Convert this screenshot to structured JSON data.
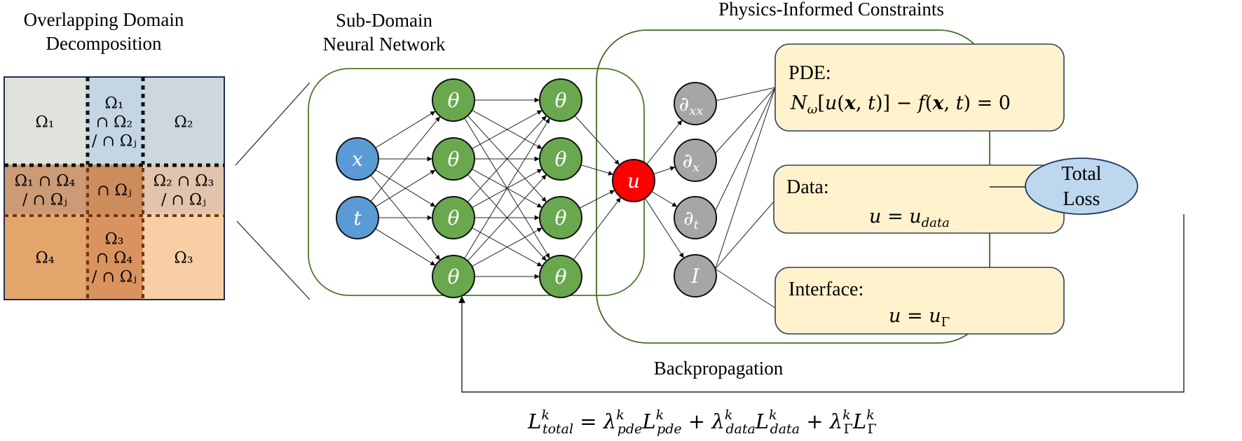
{
  "titles": {
    "domain_decomposition": [
      "Overlapping Domain",
      "Decomposition"
    ],
    "subdomain_nn": [
      "Sub-Domain",
      "Neural Network"
    ],
    "physics_constraints": "Physics-Informed Constraints"
  },
  "colors": {
    "region_omega1": "#dfe3dc",
    "region_overlap12": "#c4d6e3",
    "region_omega2": "#ccd8dd",
    "region_overlap14": "#cc9a74",
    "region_overlap_all": "#cd8c5c",
    "region_overlap23": "#e1c4ab",
    "region_omega4": "#e4a56c",
    "region_overlap34": "#da935e",
    "region_omega3": "#f8cfa4",
    "input_node": "#5b9bd5",
    "hidden_node": "#6aa84f",
    "output_node": "#ff0000",
    "derivative_node": "#a6a6a6",
    "constraint_box": "#fff2cc",
    "loss_ellipse": "#bdd7ee",
    "group_border": "#38581f"
  },
  "domain_grid": {
    "cells": [
      {
        "id": "omega1",
        "lines": [
          "Ω₁"
        ]
      },
      {
        "id": "overlap12",
        "lines": [
          "Ω₁",
          "∩ Ω₂",
          "/ ∩ Ωⱼ"
        ]
      },
      {
        "id": "omega2",
        "lines": [
          "Ω₂"
        ]
      },
      {
        "id": "overlap14",
        "lines": [
          "Ω₁ ∩ Ω₄",
          "/ ∩ Ωⱼ"
        ]
      },
      {
        "id": "overlap_all",
        "lines": [
          "∩ Ωⱼ"
        ]
      },
      {
        "id": "overlap23",
        "lines": [
          "Ω₂ ∩ Ω₃",
          "/ ∩ Ωⱼ"
        ]
      },
      {
        "id": "omega4",
        "lines": [
          "Ω₄"
        ]
      },
      {
        "id": "overlap34",
        "lines": [
          "Ω₃",
          "∩ Ω₄",
          "/ ∩ Ωⱼ"
        ]
      },
      {
        "id": "omega3",
        "lines": [
          "Ω₃"
        ]
      }
    ]
  },
  "network": {
    "inputs": [
      "x",
      "t"
    ],
    "hidden_layer_1": [
      "θ",
      "θ",
      "θ",
      "θ"
    ],
    "hidden_layer_2": [
      "θ",
      "θ",
      "θ",
      "θ"
    ],
    "output": "u",
    "derivatives": [
      {
        "base": "∂",
        "sub": "xx"
      },
      {
        "base": "∂",
        "sub": "x"
      },
      {
        "base": "∂",
        "sub": "t"
      },
      {
        "base": "I",
        "sub": ""
      }
    ]
  },
  "constraints": [
    {
      "id": "pde",
      "label": "PDE:",
      "equation": "N_ω[u(x, t)] − f(x, t) = 0"
    },
    {
      "id": "data",
      "label": "Data:",
      "equation": "u = u_data"
    },
    {
      "id": "interface",
      "label": "Interface:",
      "equation": "u = u_Γ"
    }
  ],
  "total_loss": [
    "Total",
    "Loss"
  ],
  "backpropagation_label": "Backpropagation",
  "loss_formula": "L^k_total = λ^k_pde L^k_pde + λ^k_data L^k_data + λ^k_Γ L^k_Γ"
}
